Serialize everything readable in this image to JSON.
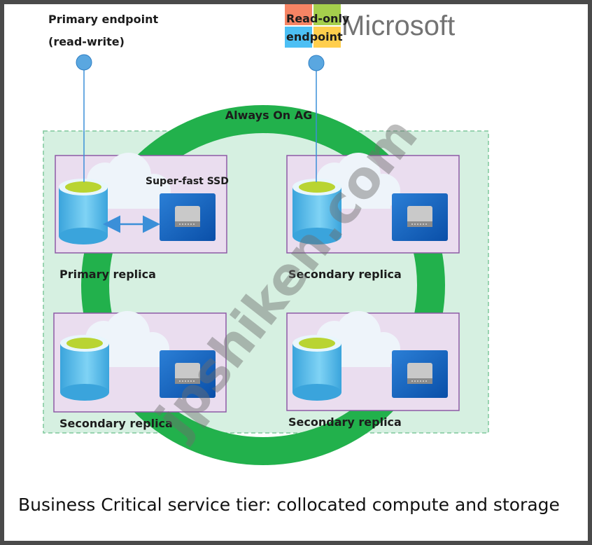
{
  "endpoints": {
    "primary_line1": "Primary endpoint",
    "primary_line2": "(read-write)",
    "readonly_line1": "Read-only",
    "readonly_line2": "endpoint"
  },
  "logo": {
    "name": "Microsoft",
    "tiles": [
      "#f25022",
      "#7fba00",
      "#00a4ef",
      "#ffb900"
    ]
  },
  "ring": {
    "label": "Always On AG",
    "color": "#22b14c"
  },
  "zone": {
    "fill": "#d6f0e1",
    "border": "#7fc79c"
  },
  "ssd_label": "Super-fast SSD",
  "replicas": {
    "top_left": "Primary replica",
    "top_right": "Secondary replica",
    "bottom_left": "Secondary replica",
    "bottom_right": "Secondary replica"
  },
  "watermark": "jpshiken.com",
  "footer": "Business Critical service tier: collocated compute and storage"
}
